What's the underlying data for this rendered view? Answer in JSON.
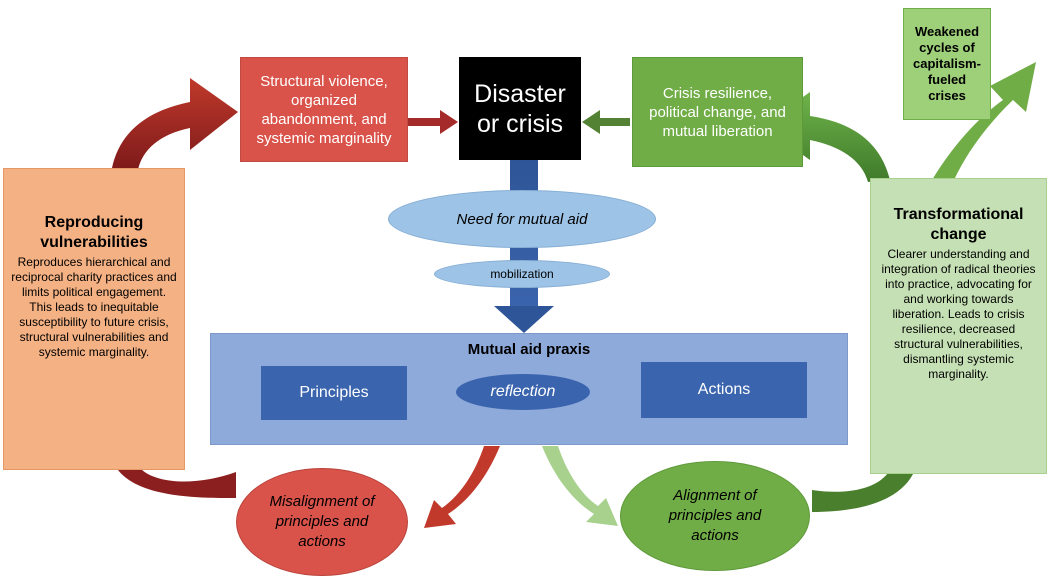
{
  "top": {
    "structural_violence": "Structural violence, organized abandonment,  and systemic marginality",
    "disaster": "Disaster or crisis",
    "crisis_resilience": "Crisis resilience, political change, and mutual liberation",
    "weakened_cycles": "Weakened cycles of capitalism-fueled crises"
  },
  "center": {
    "need": "Need for mutual aid",
    "mobilization": "mobilization",
    "praxis_title": "Mutual aid praxis",
    "principles": "Principles",
    "reflection": "reflection",
    "actions": "Actions",
    "misalignment": "Misalignment of principles and actions",
    "alignment": "Alignment of principles and actions"
  },
  "left": {
    "title": "Reproducing vulnerabilities",
    "body": "Reproduces hierarchical and reciprocal charity practices and limits political engagement. This leads to inequitable susceptibility to future crisis, structural vulnerabilities and systemic marginality."
  },
  "right": {
    "title": "Transformational change",
    "body": "Clearer understanding and integration of radical theories into practice, advocating for and working towards liberation. Leads to crisis resilience, decreased structural vulnerabilities, dismantling systemic marginality."
  },
  "colors": {
    "dark_red": "#a52a2a",
    "red": "#d9534a",
    "dark_green": "#548235",
    "green": "#70ad47",
    "blue": "#2f5597",
    "light_blue": "#9dc3e6"
  }
}
